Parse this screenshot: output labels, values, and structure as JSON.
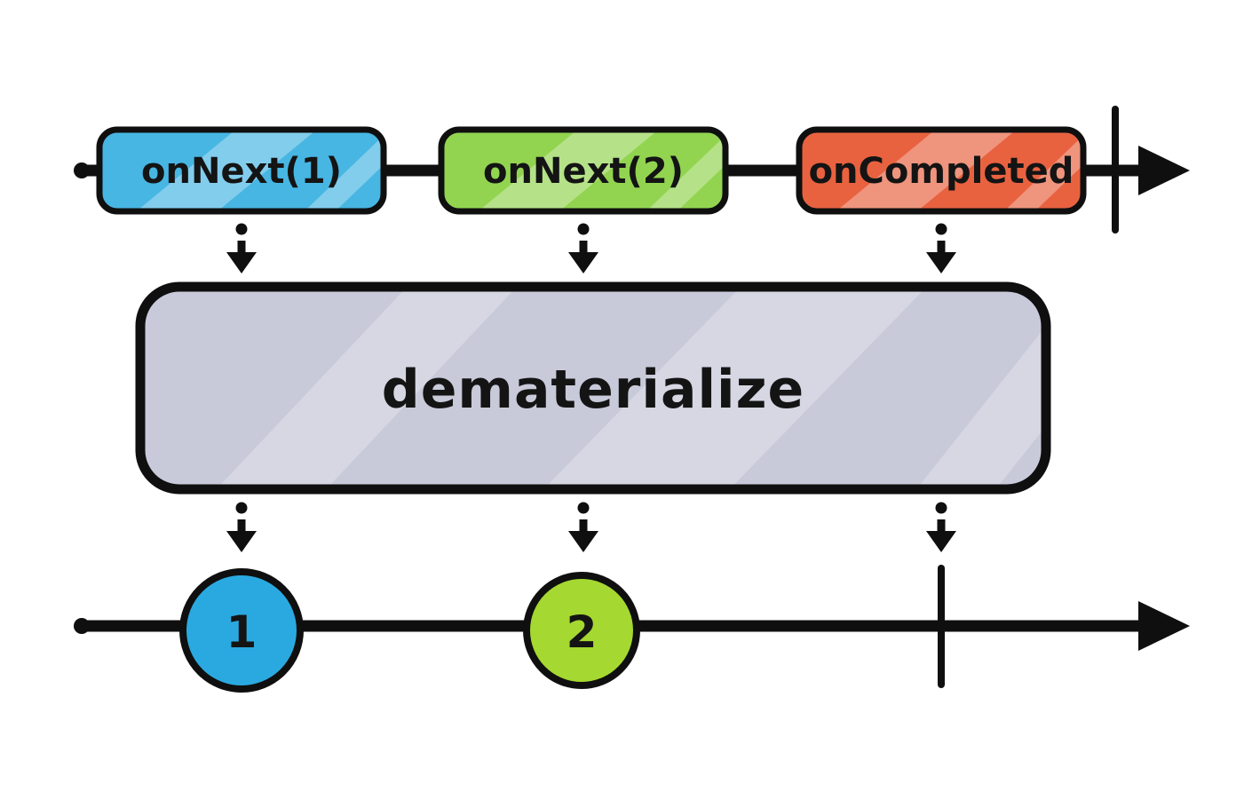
{
  "diagram": {
    "kind": "rx-marble-diagram",
    "ink": "#0f0f0f",
    "background": "#ffffff",
    "operator": {
      "label": "dematerialize",
      "fill": "#c8cada"
    },
    "source_timeline": {
      "events": [
        {
          "label": "onNext(1)",
          "color": "#47b6e3"
        },
        {
          "label": "onNext(2)",
          "color": "#92d450"
        },
        {
          "label": "onCompleted",
          "color": "#e86240"
        }
      ],
      "completed": true
    },
    "output_timeline": {
      "marbles": [
        {
          "label": "1",
          "color": "#2aa9e0"
        },
        {
          "label": "2",
          "color": "#a5d830"
        }
      ],
      "completed": true
    }
  }
}
